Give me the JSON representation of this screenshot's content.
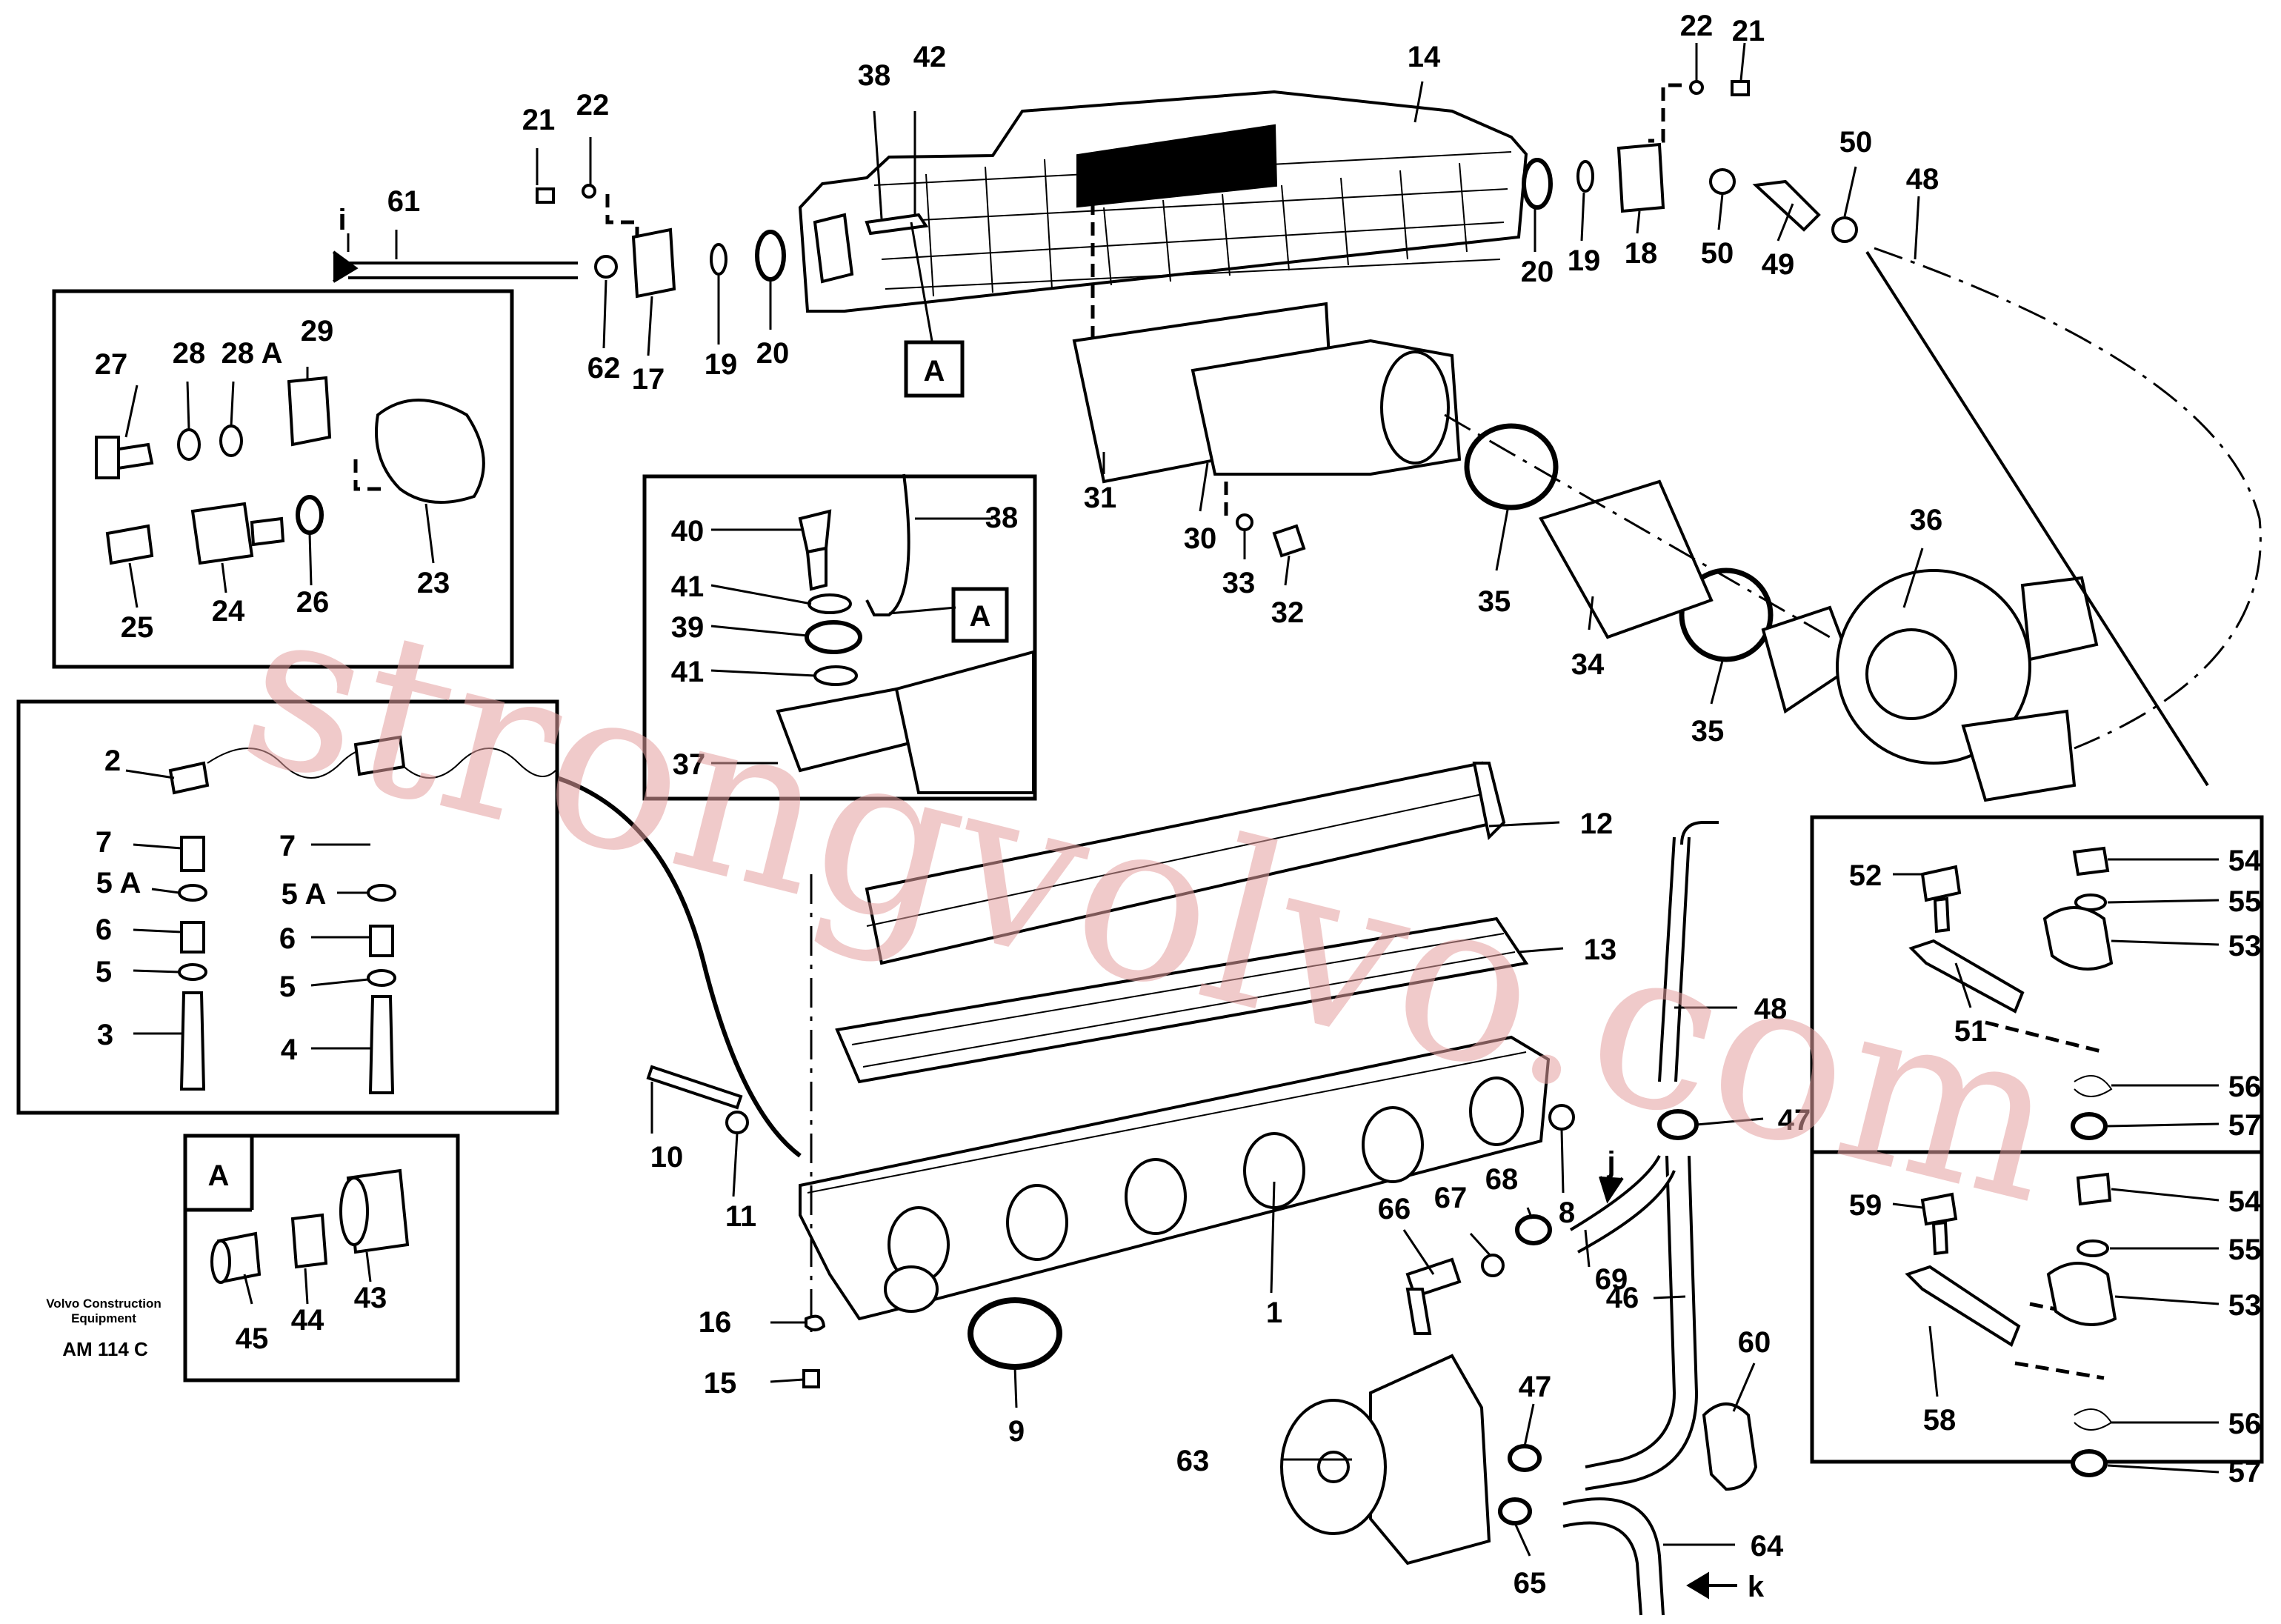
{
  "labels": {
    "l1": "1",
    "l2": "2",
    "l3": "3",
    "l4": "4",
    "l5a": "5",
    "l5b": "5",
    "l5A1": "5 A",
    "l5A2": "5 A",
    "l6a": "6",
    "l6b": "6",
    "l7a": "7",
    "l7b": "7",
    "l8": "8",
    "l9": "9",
    "l10": "10",
    "l11": "11",
    "l12": "12",
    "l13": "13",
    "l14": "14",
    "l15": "15",
    "l16": "16",
    "l17": "17",
    "l18": "18",
    "l19a": "19",
    "l19b": "19",
    "l20a": "20",
    "l20b": "20",
    "l21a": "21",
    "l21b": "21",
    "l22a": "22",
    "l22b": "22",
    "l23": "23",
    "l24": "24",
    "l25": "25",
    "l26": "26",
    "l27": "27",
    "l28": "28",
    "l28A": "28 A",
    "l29": "29",
    "l30": "30",
    "l31": "31",
    "l32": "32",
    "l33": "33",
    "l34": "34",
    "l35a": "35",
    "l35b": "35",
    "l36": "36",
    "l37": "37",
    "l38a": "38",
    "l38b": "38",
    "l39": "39",
    "l40": "40",
    "l41a": "41",
    "l41b": "41",
    "l42": "42",
    "l43": "43",
    "l44": "44",
    "l45": "45",
    "l46": "46",
    "l47a": "47",
    "l47b": "47",
    "l48a": "48",
    "l48b": "48",
    "l49": "49",
    "l50a": "50",
    "l50b": "50",
    "l51": "51",
    "l52": "52",
    "l53a": "53",
    "l53b": "53",
    "l54a": "54",
    "l54b": "54",
    "l55a": "55",
    "l55b": "55",
    "l56a": "56",
    "l56b": "56",
    "l57a": "57",
    "l57b": "57",
    "l58": "58",
    "l59": "59",
    "l60": "60",
    "l61": "61",
    "l62": "62",
    "l63": "63",
    "l64": "64",
    "l65": "65",
    "l66": "66",
    "l67": "67",
    "l68": "68",
    "l69": "69",
    "ref_a1": "A",
    "ref_a2": "A",
    "ref_a3": "A",
    "flow_i": "i",
    "flow_j": "j",
    "flow_k": "k"
  },
  "footer": {
    "company_line1": "Volvo Construction",
    "company_line2": "Equipment",
    "doc_code": "AM 114 C"
  },
  "watermark": "strongvolvo.com"
}
